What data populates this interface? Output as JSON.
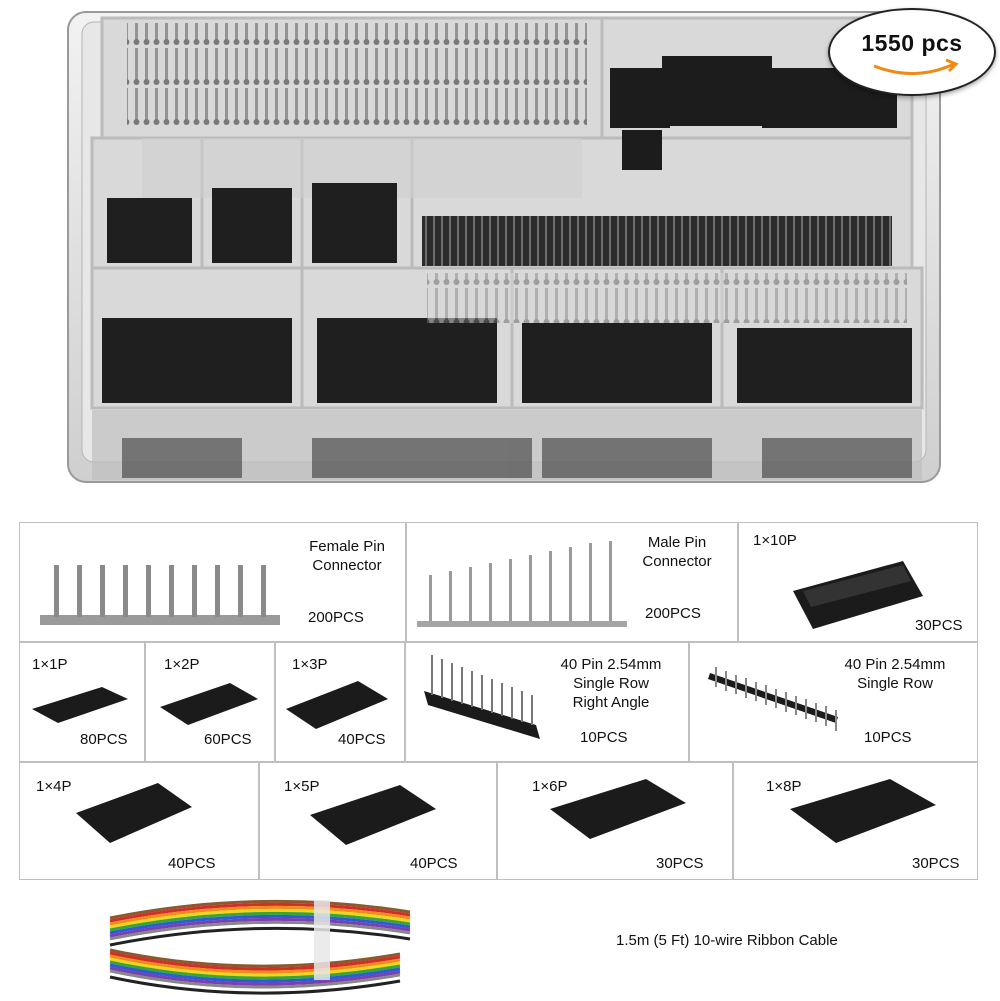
{
  "badge": {
    "text": "1550 pcs"
  },
  "items": [
    {
      "title": "Female Pin\nConnector",
      "count": "200PCS"
    },
    {
      "title": "Male Pin\nConnector",
      "count": "200PCS"
    },
    {
      "title": "1×10P",
      "count": "30PCS"
    },
    {
      "title": "1×1P",
      "count": "80PCS"
    },
    {
      "title": "1×2P",
      "count": "60PCS"
    },
    {
      "title": "1×3P",
      "count": "40PCS"
    },
    {
      "title": "40 Pin 2.54mm\nSingle Row\nRight Angle",
      "count": "10PCS"
    },
    {
      "title": "40 Pin 2.54mm\nSingle Row",
      "count": "10PCS"
    },
    {
      "title": "1×4P",
      "count": "40PCS"
    },
    {
      "title": "1×5P",
      "count": "40PCS"
    },
    {
      "title": "1×6P",
      "count": "30PCS"
    },
    {
      "title": "1×8P",
      "count": "30PCS"
    }
  ],
  "cable": {
    "label": "1.5m (5 Ft) 10-wire Ribbon Cable"
  },
  "colors": {
    "cable_stripes": [
      "#8a5a2b",
      "#d42b2b",
      "#f08c1c",
      "#f2d51e",
      "#3aa43a",
      "#2b5bd6",
      "#7a3fb0",
      "#888888",
      "#ffffff",
      "#222222"
    ]
  }
}
